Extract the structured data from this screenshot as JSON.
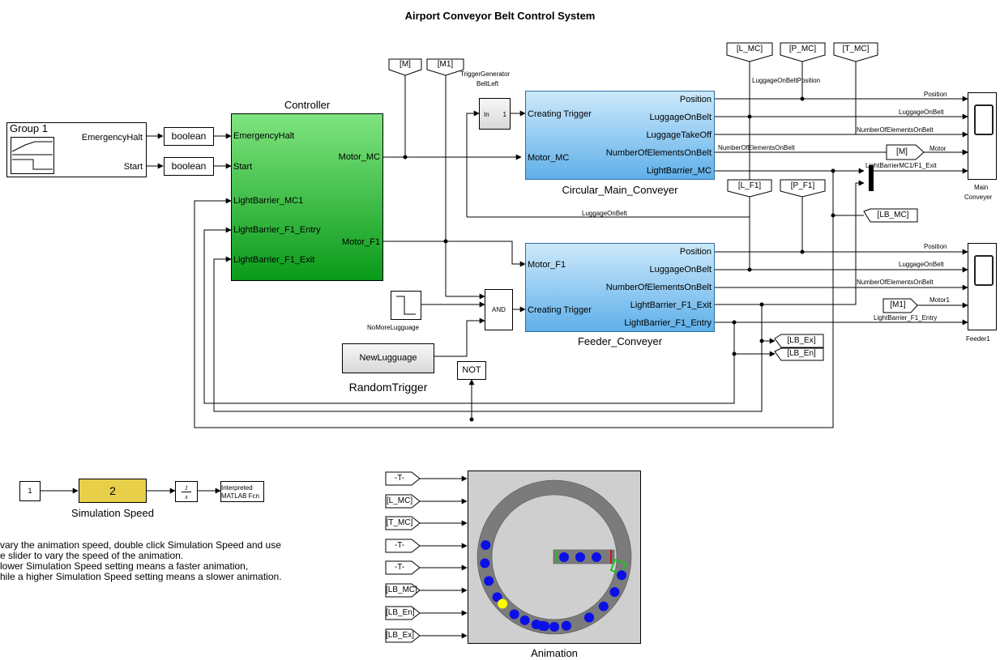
{
  "title": "Airport Conveyor Belt Control System",
  "group": {
    "name": "Group 1",
    "outputs": [
      "EmergencyHalt",
      "Start"
    ]
  },
  "convert_labels": [
    "boolean",
    "boolean"
  ],
  "controller": {
    "name": "Controller",
    "inputs": [
      "EmergencyHalt",
      "Start",
      "LightBarrier_MC1",
      "LightBarrier_F1_Entry",
      "LightBarrier_F1_Exit"
    ],
    "outputs": [
      "Motor_MC",
      "Motor_F1"
    ]
  },
  "main_conveyer": {
    "name": "Circular_Main_Conveyer",
    "inputs": [
      "Creating Trigger",
      "Motor_MC"
    ],
    "outputs": [
      "Position",
      "LuggageOnBelt",
      "LuggageTakeOff",
      "NumberOfElementsOnBelt",
      "LightBarrier_MC"
    ]
  },
  "feeder_conveyer": {
    "name": "Feeder_Conveyer",
    "inputs": [
      "Motor_F1",
      "Creating Trigger"
    ],
    "outputs": [
      "Position",
      "LuggageOnBelt",
      "NumberOfElementsOnBelt",
      "LightBarrier_F1_Exit",
      "LightBarrier_F1_Entry"
    ]
  },
  "trigger_gen": {
    "label1": "TriggerGenerator",
    "label2": "BeltLeft",
    "in": "In",
    "out": "1"
  },
  "and_label": "AND",
  "not_label": "NOT",
  "no_more": "NoMoreLugguage",
  "random": {
    "inner": "NewLugguage",
    "name": "RandomTrigger"
  },
  "goto_tags": {
    "M": "[M]",
    "M1": "[M1]",
    "L_MC": "[L_MC]",
    "P_MC": "[P_MC]",
    "T_MC": "[T_MC]",
    "L_F1": "[L_F1]",
    "P_F1": "[P_F1]",
    "LB_MC": "[LB_MC]",
    "LB_Ex": "[LB_Ex]",
    "LB_En": "[LB_En]",
    "M_right": "[M]",
    "M1_right": "[M1]"
  },
  "wire_labels": {
    "luggage_pos": "LuggageOnBeltPosition",
    "main_position": "Position",
    "main_luggage": "LuggageOnBelt",
    "main_numel": "NumberOfElementsOnBelt",
    "main_numel2": "NumberOfElementsOnBelt",
    "main_motor": "Motor",
    "main_lb": "LightBarrierMC1/F1_Exit",
    "luggage_mid": "LuggageOnBelt",
    "feed_position": "Position",
    "feed_luggage": "LuggageOnBelt",
    "feed_numel": "NumberOfElementsOnBelt",
    "feed_motor": "Motor1",
    "feed_lb": "LightBarrier_F1_Entry"
  },
  "scopes": {
    "main1": "Main",
    "main2": "Conveyer",
    "feeder": "Feeder1"
  },
  "speed": {
    "const": "1",
    "gain": "2",
    "name": "Simulation Speed",
    "integ_num": "1",
    "integ_den": "s",
    "interp1": "Interpreted",
    "interp2": "MATLAB Fcn"
  },
  "note": [
    "vary the animation speed, double click Simulation Speed and use",
    "e slider to vary the speed of the animation.",
    "lower Simulation Speed setting means a faster animation,",
    "hile a higher Simulation Speed setting means a slower animation."
  ],
  "animation": {
    "name": "Animation",
    "froms": [
      "-T-",
      "[L_MC]",
      "[T_MC]",
      "-T-",
      "-T-",
      "[LB_MC]",
      "[LB_En]",
      "[LB_Ex]"
    ],
    "ring_dots": 17,
    "feeder_dots": 3,
    "colors": {
      "ring": "#7b7b7b",
      "dot": "#0b10e6",
      "special_dot": "#ffff00",
      "panel": "#cfcfcf",
      "sensor": "#20c020",
      "stop": "#d01010"
    }
  }
}
